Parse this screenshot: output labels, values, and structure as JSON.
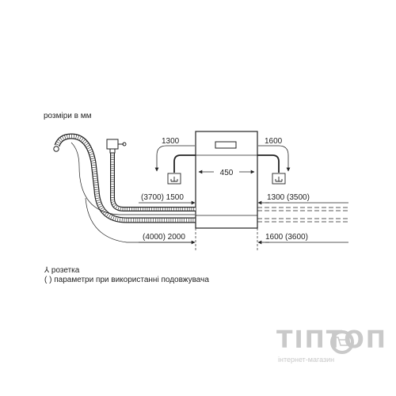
{
  "title": "розміри в мм",
  "dimensions": {
    "width": "450",
    "left_top": "1300",
    "right_top": "1600",
    "left_mid": "(3700) 1500",
    "right_mid": "1300 (3500)",
    "left_bottom": "(4000) 2000",
    "right_bottom": "1600 (3600)"
  },
  "legend": {
    "socket_symbol": "⅄",
    "socket_label": "розетка",
    "extension_symbol": "( )",
    "extension_label": "параметри при використанні подовжувача"
  },
  "brand": {
    "name": "ТІПТОП",
    "tagline": "інтернет-магазин"
  },
  "colors": {
    "line": "#222222",
    "hose_fill": "#ffffff",
    "watermark": "#c9c9c9"
  }
}
